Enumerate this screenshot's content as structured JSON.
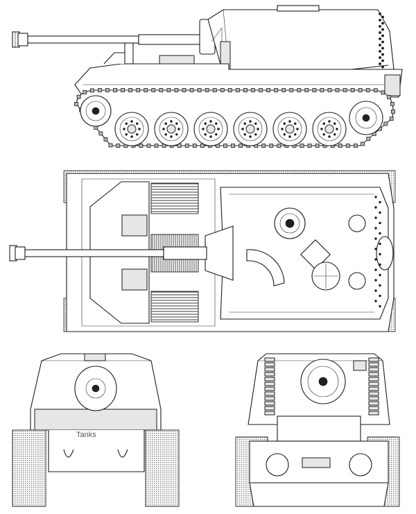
{
  "drawing": {
    "subject": "tank-destroyer-technical-drawing",
    "views": [
      "side-view",
      "top-view",
      "front-view",
      "rear-view"
    ],
    "line_color": "#1a1a1a",
    "background_color": "#ffffff",
    "track_hatch_color": "#8a8a8a"
  },
  "side_view": {
    "road_wheel_count": 6,
    "track_link_count": 90
  },
  "front_view": {
    "watermark_text": "Tanks"
  }
}
